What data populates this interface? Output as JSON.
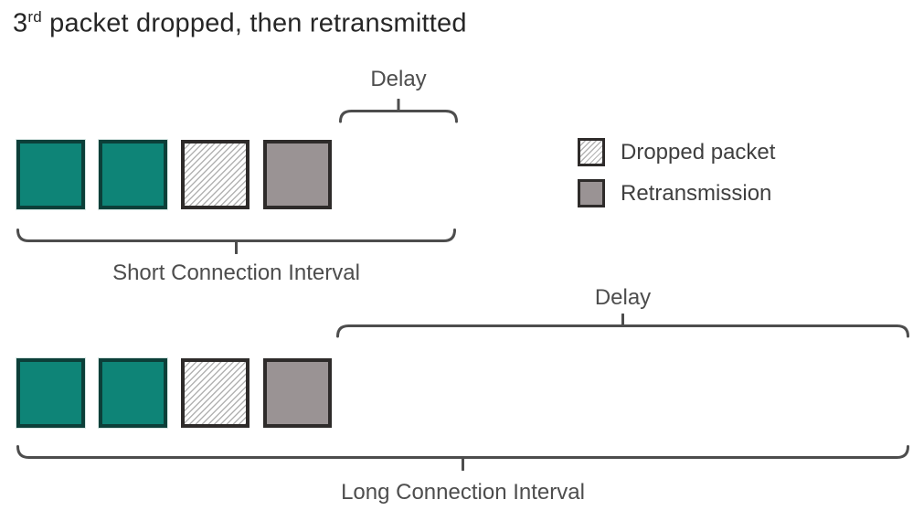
{
  "title": {
    "num": "3",
    "sup": "rd",
    "rest": " packet dropped, then retransmitted"
  },
  "colors": {
    "packet_sent_fill": "#0e8477",
    "packet_sent_border": "#0c3f39",
    "packet_dropped_hatch": "#b3b3b3",
    "packet_retransmission_fill": "#9a9394",
    "dark_border": "#2e2b2a",
    "brace_stroke": "#4d4d4d",
    "label_text": "#4d4d4d",
    "title_text": "#262626"
  },
  "rows": [
    {
      "name": "short",
      "delay_label": "Delay",
      "interval_label": "Short Connection Interval",
      "packets": [
        "sent",
        "sent",
        "dropped",
        "retransmission"
      ]
    },
    {
      "name": "long",
      "delay_label": "Delay",
      "interval_label": "Long Connection Interval",
      "packets": [
        "sent",
        "sent",
        "dropped",
        "retransmission"
      ]
    }
  ],
  "legend": {
    "items": [
      {
        "swatch": "dropped",
        "label": "Dropped packet"
      },
      {
        "swatch": "retransmission",
        "label": "Retransmission"
      }
    ]
  }
}
